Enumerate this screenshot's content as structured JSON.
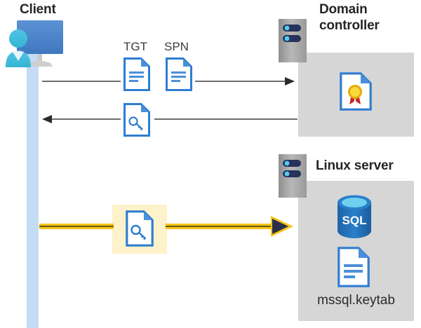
{
  "diagram": {
    "title_client": "Client",
    "title_domain_controller": "Domain\ncontroller",
    "title_domain_controller_line1": "Domain",
    "title_domain_controller_line2": "controller",
    "title_linux_server": "Linux server",
    "labels": {
      "tgt": "TGT",
      "spn": "SPN",
      "keytab_file": "mssql.keytab"
    },
    "icons": {
      "client": "user-workstation-icon",
      "domain_controller_server": "server-rack-icon",
      "linux_server": "server-rack-icon",
      "tgt_document": "document-icon",
      "spn_document": "document-icon",
      "ticket_key_document": "document-key-icon",
      "request_key_document": "document-key-icon",
      "certificate": "certificate-icon",
      "sql_database": "sql-database-icon",
      "keytab_document": "document-icon"
    },
    "flows": [
      {
        "name": "client-to-dc-tgt-spn",
        "direction": "right",
        "from": "Client",
        "to": "Domain controller",
        "carries": [
          "TGT",
          "SPN"
        ],
        "style": "thin-gray"
      },
      {
        "name": "dc-to-client-ticket",
        "direction": "left",
        "from": "Domain controller",
        "to": "Client",
        "carries": [
          "service ticket"
        ],
        "style": "thin-gray"
      },
      {
        "name": "client-to-linux-ticket",
        "direction": "right",
        "from": "Client",
        "to": "Linux server",
        "carries": [
          "service ticket"
        ],
        "style": "thick-yellow-highlighted"
      }
    ],
    "colors": {
      "panel_gray": "#d6d6d6",
      "lifeline_blue": "#c3dbf5",
      "accent_blue": "#2f7dd1",
      "doc_blue": "#3d7ebf",
      "highlight_yellow": "#fdf2c9",
      "arrow_yellow": "#f5c518",
      "arrow_gray": "#595959",
      "server_gray": "#9e9e9e",
      "server_navy": "#27335c",
      "sql_blue": "#1f72b8",
      "cert_gold": "#f5c518",
      "cert_red": "#c62828",
      "text_dark": "#2b2b2b"
    }
  }
}
